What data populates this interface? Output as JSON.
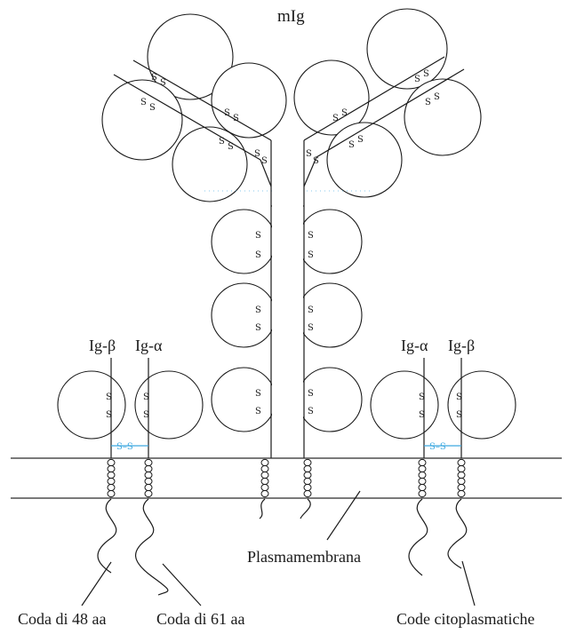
{
  "diagram": {
    "title": "mIg",
    "left_pair": {
      "first": "Ig-β",
      "second": "Ig-α"
    },
    "right_pair": {
      "first": "Ig-α",
      "second": "Ig-β"
    },
    "membrane_label": "Plasmamembrana",
    "tail_left": "Coda di 48 aa",
    "tail_middle": "Coda di 61 aa",
    "tail_right": "Code citoplasmatiche",
    "disulfide_mark": "S",
    "disulfide_bond": "S–S",
    "colors": {
      "ink": "#1a1a1a",
      "bond_blue": "#3fa9e0",
      "background": "#ffffff"
    }
  }
}
